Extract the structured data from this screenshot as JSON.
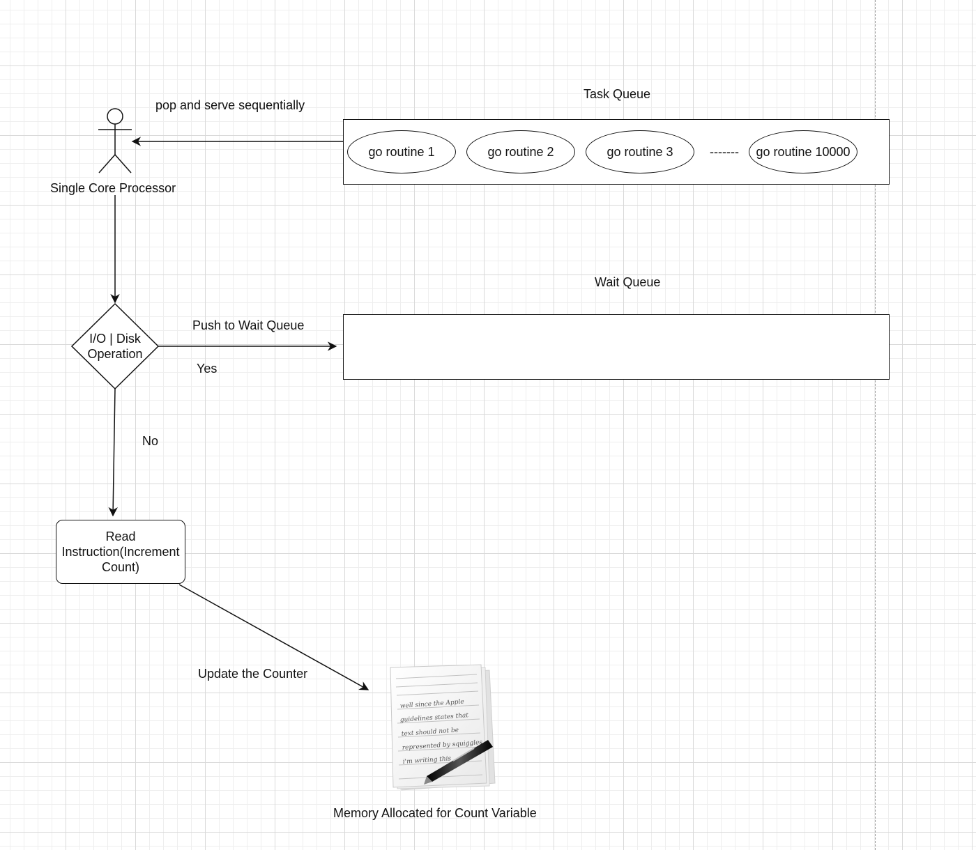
{
  "processor": {
    "icon": "actor-icon",
    "label": "Single Core Processor"
  },
  "task_queue": {
    "title": "Task Queue",
    "items": [
      {
        "label": "go routine 1"
      },
      {
        "label": "go routine 2"
      },
      {
        "label": "go routine 3"
      },
      {
        "label": "go routine 10000"
      }
    ],
    "ellipsis": "-------"
  },
  "edges": {
    "pop": "pop and serve sequentially",
    "push": "Push to Wait Queue",
    "yes": "Yes",
    "no": "No",
    "update": "Update the Counter"
  },
  "decision": {
    "line1": "I/O | Disk",
    "line2": "Operation"
  },
  "wait_queue": {
    "title": "Wait Queue"
  },
  "instruction": {
    "line1": "Read",
    "line2": "Instruction(Increment",
    "line3": "Count)"
  },
  "memory": {
    "icon": "notepad-pen-icon",
    "label": "Memory Allocated for Count Variable",
    "note_lines": [
      "well since the Apple",
      "guidelines states that",
      "text should not be",
      "represented by squiggles",
      "i'm writing this"
    ]
  },
  "colors": {
    "stroke": "#111111",
    "grid": "#d9d9d9",
    "page_edge": "#9a9a9a"
  }
}
